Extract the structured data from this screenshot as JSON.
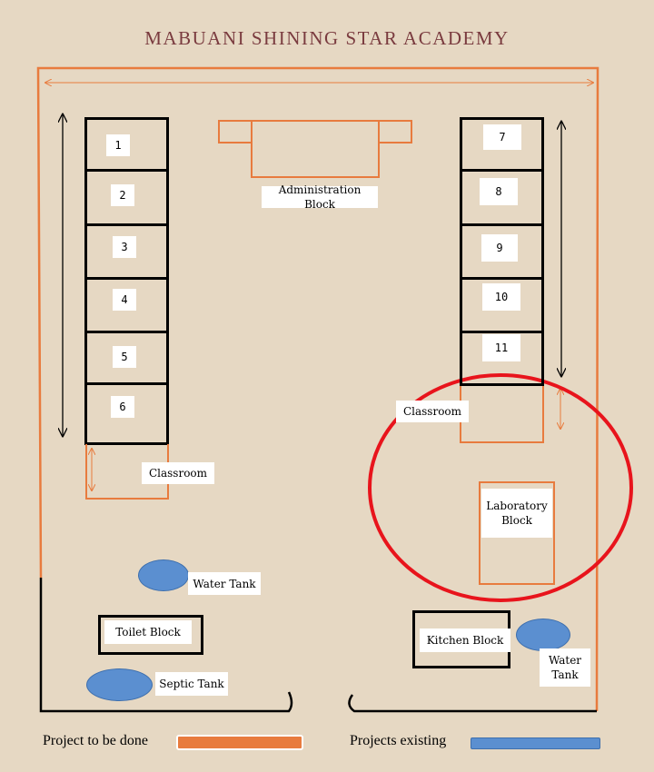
{
  "title": "MABUANI SHINING STAR ACADEMY",
  "classrooms_left": [
    "1",
    "2",
    "3",
    "4",
    "5",
    "6"
  ],
  "classrooms_right": [
    "7",
    "8",
    "9",
    "10",
    "11"
  ],
  "labels": {
    "administration": "Administration Block",
    "classroom_left": "Classroom",
    "classroom_right": "Classroom",
    "laboratory": "Laboratory Block",
    "water_tank_left": "Water Tank",
    "water_tank_right": "Water Tank",
    "toilet": "Toilet Block",
    "septic": "Septic Tank",
    "kitchen": "Kitchen Block"
  },
  "legend": {
    "to_be_done": "Project to be done",
    "existing": "Projects existing"
  },
  "colors": {
    "planned": "#e87b3e",
    "existing": "#5b8fd0",
    "highlight": "#e8141c",
    "title": "#7a3b3f"
  }
}
